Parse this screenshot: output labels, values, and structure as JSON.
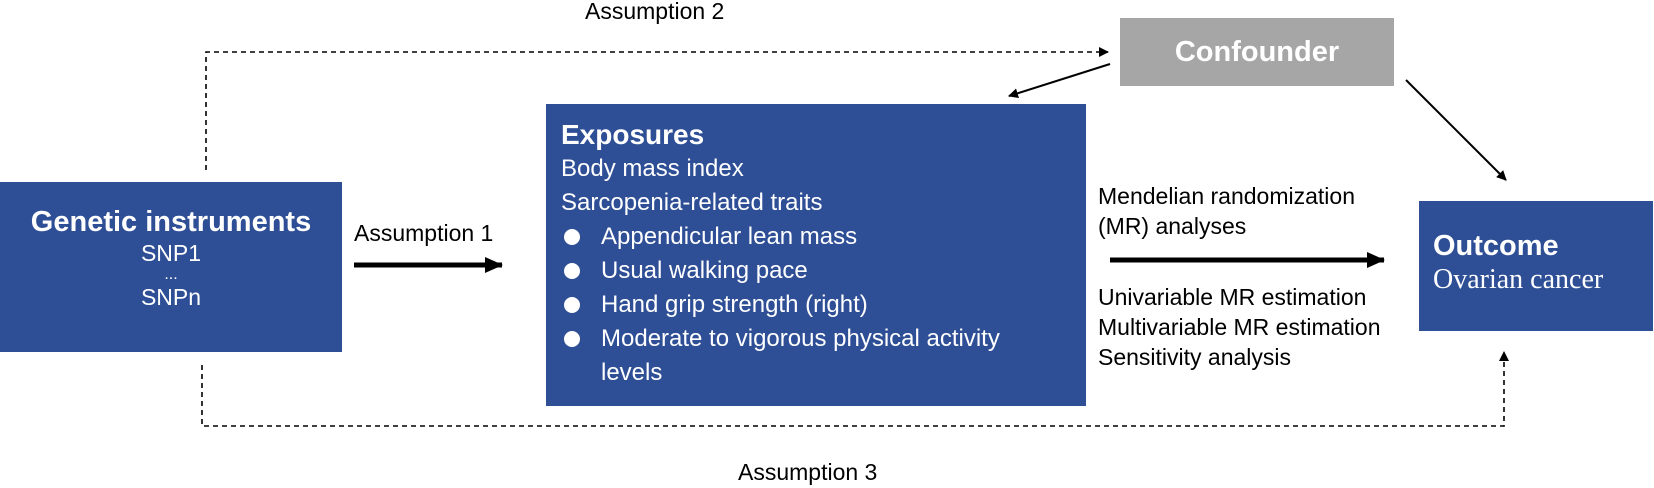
{
  "colors": {
    "box_blue": "#2e4e96",
    "confounder_gray": "#a6a6a6"
  },
  "genetic": {
    "title": "Genetic instruments",
    "snp_first": "SNP1",
    "ellipsis": "...",
    "snp_last": "SNPn"
  },
  "exposures": {
    "title": "Exposures",
    "line1": "Body mass index",
    "line2": "Sarcopenia-related traits",
    "bullets": [
      "Appendicular lean mass",
      "Usual walking pace",
      "Hand grip strength (right)",
      "Moderate to vigorous physical activity levels"
    ]
  },
  "confounder": {
    "label": "Confounder"
  },
  "outcome": {
    "title": "Outcome",
    "subtitle": "Ovarian cancer"
  },
  "assumptions": {
    "a1": "Assumption 1",
    "a2": "Assumption 2",
    "a3": "Assumption 3"
  },
  "mr": {
    "line1": "Mendelian randomization",
    "line2": "(MR) analyses",
    "methods": [
      "Univariable MR estimation",
      "Multivariable MR estimation",
      "Sensitivity analysis"
    ]
  }
}
